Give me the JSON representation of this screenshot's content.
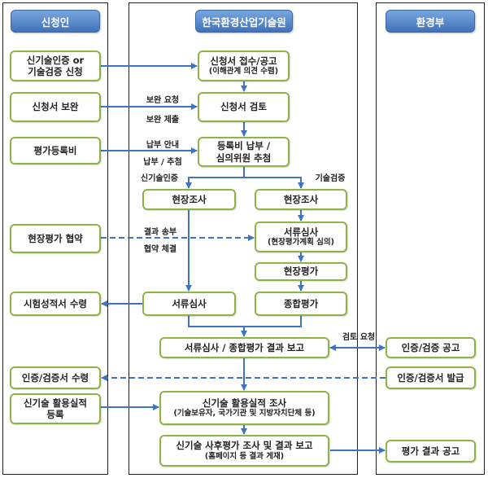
{
  "lanes": {
    "applicant": "신청인",
    "institute": "한국환경산업기술원",
    "ministry": "환경부"
  },
  "applicant": {
    "apply": [
      "신기술인증 or",
      "기술검증 신청"
    ],
    "supplement": "신청서 보완",
    "fee": "평가등록비",
    "site_agreement": "현장평가 협약",
    "test_report": "시험성적서 수령",
    "cert_receive": "인증/검증서 수령",
    "usage_register": [
      "신기술 활용실적",
      "등록"
    ]
  },
  "institute": {
    "receipt": [
      "신청서 접수/공고",
      "(이해관계 의견 수렴)"
    ],
    "review": "신청서 검토",
    "fee_payment": [
      "등록비 납부 /",
      "심의위원 추첨"
    ],
    "site_survey_cert": "현장조사",
    "site_survey_verify": "현장조사",
    "doc_review_plan": [
      "서류심사",
      "(현장평가계획 심의)"
    ],
    "site_eval": "현장평가",
    "doc_review": "서류심사",
    "overall_eval": "종합평가",
    "result_report": "서류심사 / 종합평가 결과 보고",
    "usage_survey": [
      "신기술 활용실적 조사",
      "(기술보유자, 국가기관 및 지방자치단체 등)"
    ],
    "post_eval": [
      "신기술 사후평가 조사 및 결과 보고",
      "(홈페이지 등 결과 게재)"
    ]
  },
  "ministry": {
    "announce": "인증/검증 공고",
    "issue": "인증/검증서 발급",
    "result_announce": "평가 결과 공고"
  },
  "edge_labels": {
    "supplement_request": "보완 요청",
    "supplement_submit": "보완 제출",
    "fee_notice": "납부 안내",
    "fee_pay_draw": "납부 / 추첨",
    "branch_cert": "신기술인증",
    "branch_verify": "기술검증",
    "result_send": "결과 송부",
    "agreement": "협약 체결",
    "review_request": "검토 요청"
  },
  "colors": {
    "header": "#3f72b8",
    "node_border": "#8db447",
    "arrow": "#3f74c3"
  }
}
